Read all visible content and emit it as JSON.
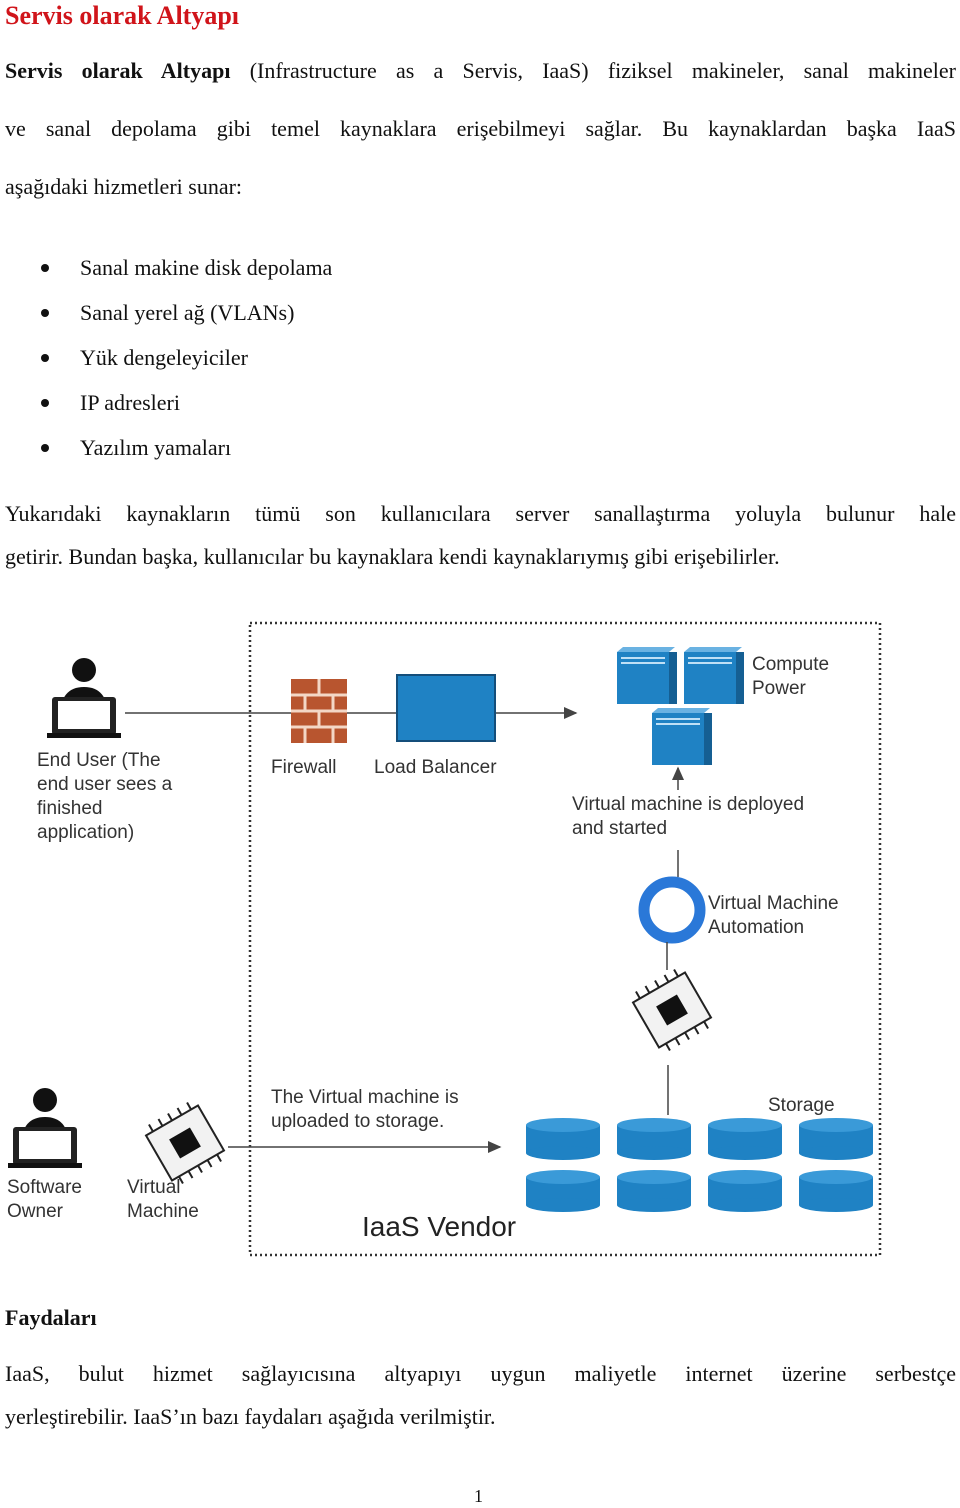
{
  "title": "Servis olarak Altyapı",
  "intro": {
    "bold_term": "Servis olarak Altyapı",
    "line1_rest": " (Infrastructure as a Servis, IaaS) fiziksel makineler, sanal makineler",
    "line2": "ve sanal depolama gibi temel kaynaklara erişebilmeyi sağlar. Bu kaynaklardan başka IaaS",
    "line3": "aşağıdaki hizmetleri sunar:"
  },
  "bullets": [
    "Sanal makine disk depolama",
    "Sanal yerel ağ (VLANs)",
    "Yük dengeleyiciler",
    "IP adresleri",
    "Yazılım yamaları"
  ],
  "para2": {
    "line1": "Yukarıdaki kaynakların tümü son kullanıcılara server sanallaştırma yoluyla bulunur hale",
    "line2": "getirir. Bundan başka, kullanıcılar bu kaynaklara kendi kaynaklarıymış gibi erişebilirler."
  },
  "diagram": {
    "end_user": [
      "End User    (The",
      "end user sees a",
      "finished",
      "application)"
    ],
    "firewall": "Firewall",
    "load_balancer": "Load Balancer",
    "compute_power": [
      "Compute",
      "Power"
    ],
    "vm_deployed": [
      "Virtual machine is deployed",
      "and started"
    ],
    "vm_automation": [
      "Virtual Machine",
      "Automation"
    ],
    "uploaded": [
      "The Virtual machine is",
      "uploaded to storage."
    ],
    "storage": "Storage",
    "software_owner": [
      "Software",
      "Owner"
    ],
    "virtual_machine": [
      "Virtual",
      "Machine"
    ],
    "vendor": "IaaS Vendor",
    "colors": {
      "blue": "#1f82c4",
      "ring": "#2a78d8",
      "brick": "#c8623a"
    }
  },
  "benefits": {
    "heading": "Faydaları",
    "line1": "IaaS, bulut hizmet sağlayıcısına altyapıyı uygun maliyetle internet üzerine serbestçe",
    "line2": "yerleştirebilir. IaaS’ın bazı faydaları aşağıda verilmiştir."
  },
  "page_number": "1"
}
